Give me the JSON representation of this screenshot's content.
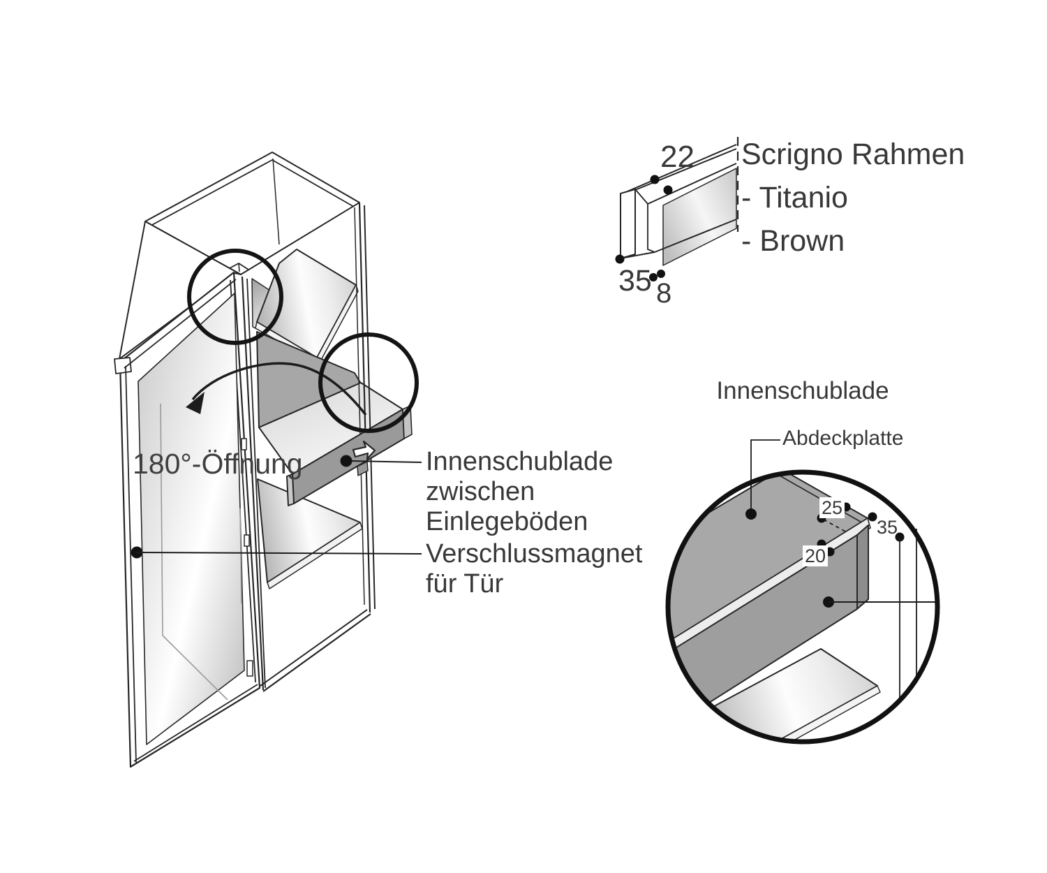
{
  "main_figure": {
    "door_opening_label": "180°-Öffnung",
    "drawer_label_lines": [
      "Innenschublade",
      "zwischen",
      "Einlegeböden"
    ],
    "magnet_label_lines": [
      "Verschlussmagnet",
      "für Tür"
    ]
  },
  "frame_profile": {
    "title": "Scrigno Rahmen",
    "color_options": [
      "- Titanio",
      "- Brown"
    ],
    "dims": {
      "width": "22",
      "height": "35",
      "thickness": "8"
    }
  },
  "drawer_detail": {
    "title": "Innenschublade",
    "cover_plate_label": "Abdeckplatte",
    "dims": {
      "front_offset": "25",
      "height": "35",
      "top_inset": "20"
    }
  },
  "colors": {
    "line": "#262626",
    "cover_gray": "#a7a7a7",
    "front_gray": "#9a9a9a",
    "side_gray": "#8d8d8d",
    "text": "#383838"
  }
}
